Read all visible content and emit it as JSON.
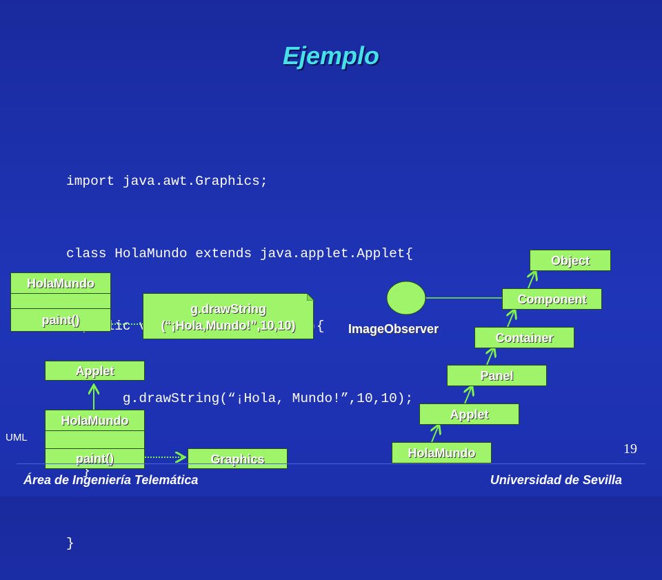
{
  "slide": {
    "title": "Ejemplo",
    "code_lines": [
      "import java.awt.Graphics;",
      "class HolaMundo extends java.applet.Applet{",
      "  public void paint(Graphics g){",
      "       g.drawString(“¡Hola, Mundo!”,10,10);",
      "  }",
      "}"
    ],
    "class_box_1": {
      "name": "HolaMundo",
      "attributes": "",
      "method": "paint()"
    },
    "note": {
      "line1": "g.drawString",
      "line2": "(“¡Hola,Mundo!”,10,10)"
    },
    "applet_box": "Applet",
    "class_box_2": {
      "name": "HolaMundo",
      "attributes": "",
      "method": "paint()"
    },
    "graphics_box": "Graphics",
    "hierarchy": [
      "Object",
      "Component",
      "Container",
      "Panel",
      "Applet",
      "HolaMundo"
    ],
    "interface_label": "ImageObserver",
    "footer_left": "Área de Ingeniería Telemática",
    "footer_right": "Universidad de Sevilla",
    "uml_label": "UML",
    "page_number": "19"
  },
  "colors": {
    "background": "#1f35b8",
    "title": "#45e0e8",
    "box_fill": "#9ef56a",
    "arrow": "#7ff24a"
  }
}
